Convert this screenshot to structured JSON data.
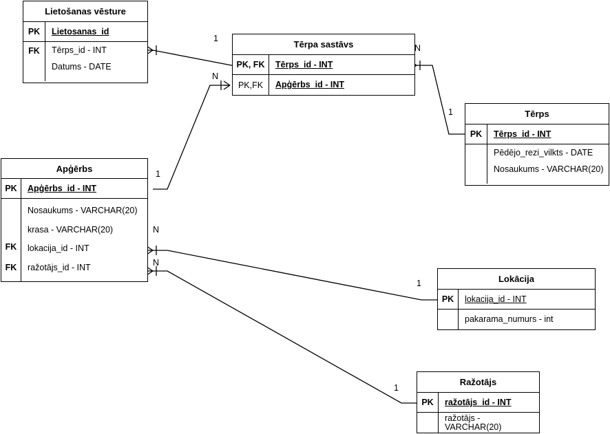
{
  "diagram": {
    "type": "entity-relationship-diagram",
    "notation": "crows-foot",
    "line_color": "#000000",
    "background": "#ffffff"
  },
  "entities": {
    "lietosanas_vesture": {
      "title": "Lietošanas vēsture",
      "rows": [
        {
          "key": "PK",
          "attributes": [
            "Lietosanas_id"
          ]
        },
        {
          "key": "FK",
          "attributes": [
            "Tērps_id - INT",
            "Datums - DATE"
          ]
        }
      ]
    },
    "terpa_sastavs": {
      "title": "Tērpa sastāvs",
      "rows": [
        {
          "key": "PK, FK",
          "attributes": [
            "Tērps_id - INT"
          ]
        },
        {
          "key": "PK,FK",
          "attributes": [
            "Apģērbs_id - INT"
          ]
        }
      ]
    },
    "terps": {
      "title": "Tērps",
      "rows": [
        {
          "key": "PK",
          "attributes": [
            "Tērps_id - INT"
          ]
        },
        {
          "key": "",
          "attributes": [
            "Pēdējo_rezi_vilkts - DATE",
            "Nosaukums - VARCHAR(20)"
          ]
        }
      ]
    },
    "apgerbs": {
      "title": "Apģērbs",
      "rows": [
        {
          "key": "PK",
          "attributes": [
            "Apģērbs_id - INT"
          ]
        },
        {
          "key": "",
          "attributes": [
            "Nosaukums - VARCHAR(20)",
            "krasa -  VARCHAR(20)"
          ]
        },
        {
          "key": "FK",
          "attributes": [
            "lokacija_id - INT"
          ]
        },
        {
          "key": "FK",
          "attributes": [
            "ražotājs_id - INT"
          ]
        }
      ]
    },
    "lokacija": {
      "title": "Lokācija",
      "rows": [
        {
          "key": "PK",
          "attributes": [
            "lokacija_id - INT"
          ]
        },
        {
          "key": "",
          "attributes": [
            "pakarama_numurs - int"
          ]
        }
      ]
    },
    "razotajs": {
      "title": "Ražotājs",
      "rows": [
        {
          "key": "PK",
          "attributes": [
            "ražotājs_id - INT"
          ]
        },
        {
          "key": "",
          "attributes": [
            "ražotājs - VARCHAR(20)"
          ]
        }
      ]
    }
  },
  "relationships": [
    {
      "id": "rel-vesture-sastavs",
      "from": "lietosanas_vesture",
      "to": "terpa_sastavs",
      "from_cardinality": "N",
      "to_cardinality": "1",
      "label_visible": "1"
    },
    {
      "id": "rel-sastavs-terps",
      "from": "terpa_sastavs",
      "to": "terps",
      "from_cardinality": "N",
      "to_cardinality": "1"
    },
    {
      "id": "rel-apgerbs-sastavs",
      "from": "apgerbs",
      "to": "terpa_sastavs",
      "from_cardinality": "1",
      "to_cardinality": "N"
    },
    {
      "id": "rel-apgerbs-lokacija",
      "from": "apgerbs",
      "to": "lokacija",
      "from_cardinality": "N",
      "to_cardinality": "1"
    },
    {
      "id": "rel-apgerbs-razotajs",
      "from": "apgerbs",
      "to": "razotajs",
      "from_cardinality": "N",
      "to_cardinality": "1"
    }
  ],
  "cardinality_labels": [
    {
      "id": "card-1-sastavs-top",
      "text": "1"
    },
    {
      "id": "card-n-sastavs-left",
      "text": "N"
    },
    {
      "id": "card-n-sastavs-right",
      "text": "N"
    },
    {
      "id": "card-1-terps",
      "text": "1"
    },
    {
      "id": "card-1-apgerbs",
      "text": "1"
    },
    {
      "id": "card-n-apgerbs-lokacija",
      "text": "N"
    },
    {
      "id": "card-n-apgerbs-razotajs",
      "text": "N"
    },
    {
      "id": "card-1-lokacija",
      "text": "1"
    },
    {
      "id": "card-1-razotajs",
      "text": "1"
    }
  ]
}
